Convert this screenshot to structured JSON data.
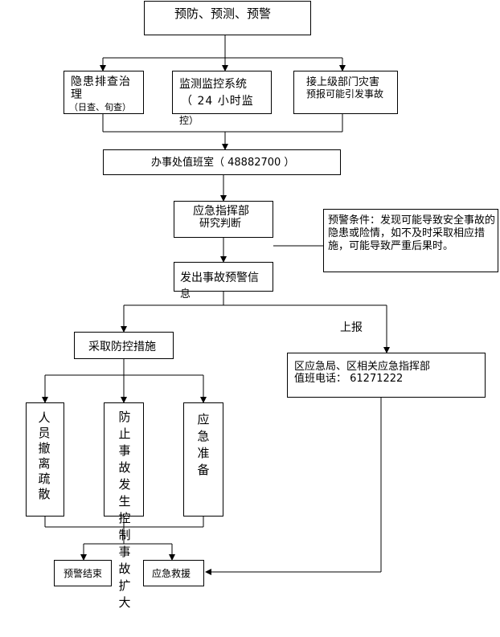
{
  "nodes": {
    "top": "预防、预测、预警",
    "hazard_line1": "隐患排查治",
    "hazard_line2": "理",
    "hazard_note": "（日查、旬查）",
    "monitor_line1": "监测监控系统",
    "monitor_line2": "（ 24 小时监",
    "monitor_line3": "控）",
    "superior_line1": "接上级部门灾害",
    "superior_line2": "预报可能引发事故",
    "duty_office": "办事处值班室（ 48882700 ）",
    "command_line1": "应急指挥部",
    "command_line2": "研究判断",
    "warning_condition": "预警条件：发现可能导致安全事故的隐患或险情，如不及时采取相应措施，可能导致严重后果时。",
    "issue_line1": "发出事故预警信",
    "issue_line2": "息",
    "report_label": "上报",
    "measures": "采取防控措施",
    "district_line1": "区应急局、区相关应急指挥部",
    "district_line2": "值班电话： 61271222",
    "evacuate": "人员撤离疏散",
    "prevent": "防止事故发生控制事故扩大",
    "prepare": "应急准备",
    "end": "预警结束",
    "rescue": "应急救援"
  }
}
